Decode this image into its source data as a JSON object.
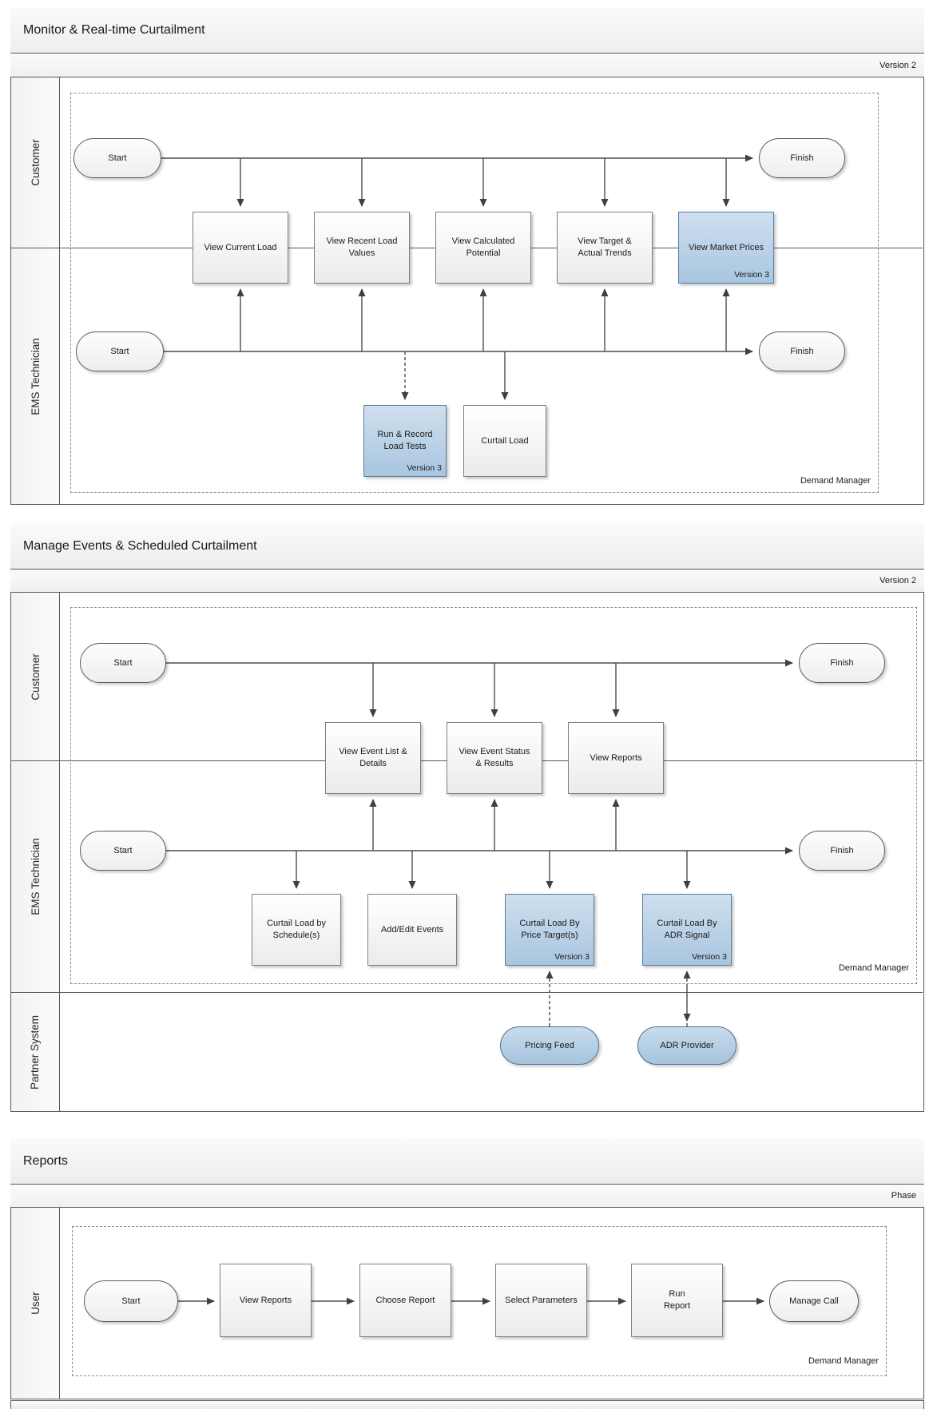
{
  "sections": [
    {
      "title": "Monitor & Real-time Curtailment",
      "corner_label": "Version 2",
      "container_label": "Demand Manager",
      "lanes": [
        "Customer",
        "EMS Technician"
      ],
      "terminators": {
        "customer_start": "Start",
        "customer_finish": "Finish",
        "ems_start": "Start",
        "ems_finish": "Finish"
      },
      "activities": [
        {
          "label": "View Current Load",
          "badge": ""
        },
        {
          "label": "View Recent Load Values",
          "badge": ""
        },
        {
          "label": "View Calculated Potential",
          "badge": ""
        },
        {
          "label": "View Target & Actual Trends",
          "badge": ""
        },
        {
          "label": "View Market Prices",
          "badge": "Version 3"
        },
        {
          "label": "Run & Record Load Tests",
          "badge": "Version 3"
        },
        {
          "label": "Curtail Load",
          "badge": ""
        }
      ]
    },
    {
      "title": "Manage Events & Scheduled Curtailment",
      "corner_label": "Version 2",
      "container_label": "Demand Manager",
      "lanes": [
        "Customer",
        "EMS Technician",
        "Partner System"
      ],
      "terminators": {
        "customer_start": "Start",
        "customer_finish": "Finish",
        "ems_start": "Start",
        "ems_finish": "Finish"
      },
      "activities": [
        {
          "label": "View Event List & Details",
          "badge": ""
        },
        {
          "label": "View Event Status & Results",
          "badge": ""
        },
        {
          "label": "View Reports",
          "badge": ""
        },
        {
          "label": "Curtail Load by Schedule(s)",
          "badge": ""
        },
        {
          "label": "Add/Edit Events",
          "badge": ""
        },
        {
          "label": "Curtail Load By Price Target(s)",
          "badge": "Version 3"
        },
        {
          "label": "Curtail Load By ADR Signal",
          "badge": "Version 3"
        }
      ],
      "partners": [
        {
          "label": "Pricing Feed"
        },
        {
          "label": "ADR Provider"
        }
      ]
    },
    {
      "title": "Reports",
      "corner_label": "Phase",
      "container_label": "Demand Manager",
      "lanes": [
        "User"
      ],
      "terminators": {
        "start": "Start",
        "finish": "Manage Call"
      },
      "activities": [
        {
          "label": "View Reports"
        },
        {
          "label": "Choose Report"
        },
        {
          "label": "Select Parameters"
        },
        {
          "label": "Run Report"
        }
      ]
    }
  ],
  "colors": {
    "highlight_fill": "#b9d1e6",
    "highlight_border": "#5a7e9e",
    "line": "#404040",
    "border": "#595959"
  }
}
